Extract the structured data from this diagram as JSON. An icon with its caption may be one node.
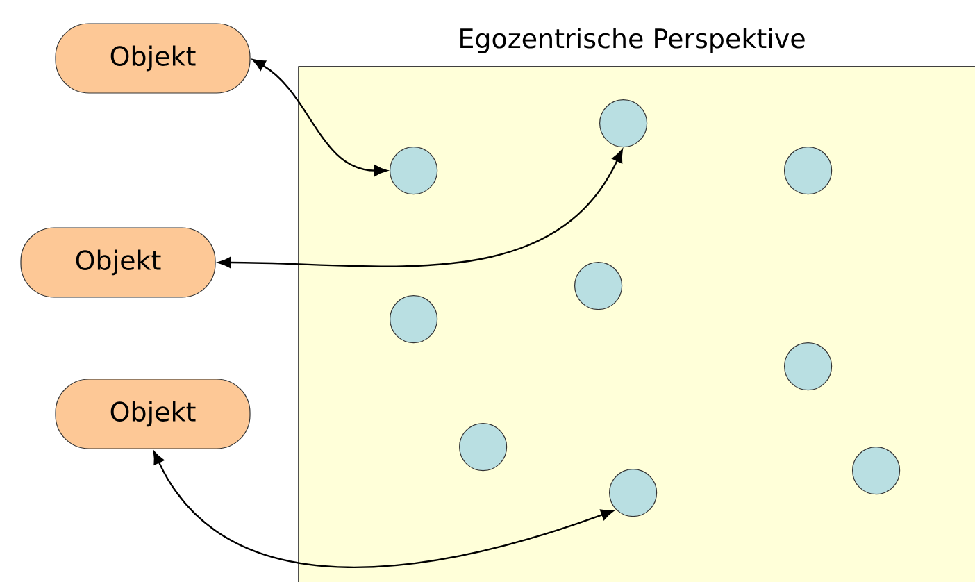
{
  "diagram": {
    "nodes": [
      {
        "text": [
          "Objekt"
        ]
      },
      {
        "text": [
          "Objekt"
        ]
      },
      {
        "text": [
          "Objekt"
        ]
      },
      {
        "text": [
          "Egozentrische Perspektive"
        ]
      },
      {
        "text": [],
        "shape": "circle",
        "in": 3
      },
      {
        "text": [],
        "shape": "circle",
        "in": 3
      },
      {
        "text": [],
        "shape": "circle",
        "in": 3
      },
      {
        "text": [],
        "shape": "circle",
        "in": 3
      },
      {
        "text": [],
        "shape": "circle",
        "in": 3
      },
      {
        "text": [],
        "shape": "circle",
        "in": 3
      },
      {
        "text": [],
        "shape": "circle",
        "in": 3
      },
      {
        "text": [],
        "shape": "circle",
        "in": 3
      },
      {
        "text": [],
        "shape": "circle",
        "in": 3
      }
    ],
    "edges": [
      {
        "from": 0,
        "to": 5,
        "arrow": "both"
      },
      {
        "from": 1,
        "to": 4,
        "arrow": "both"
      },
      {
        "from": 2,
        "to": 12,
        "arrow": "both"
      }
    ]
  }
}
